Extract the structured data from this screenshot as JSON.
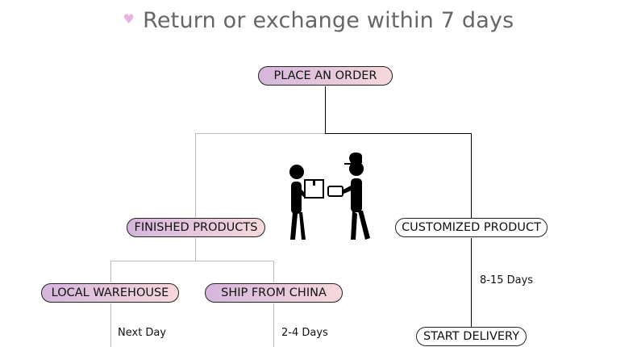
{
  "title": {
    "icon": "heart-icon",
    "text": "Return or exchange within 7 days"
  },
  "nodes": {
    "place_order": "PLACE AN ORDER",
    "finished_products": "FINISHED PRODUCTS",
    "customized_product": "CUSTOMIZED PRODUCT",
    "local_warehouse": "LOCAL WAREHOUSE",
    "ship_from_china": "SHIP FROM CHINA",
    "start_delivery": "START DELIVERY"
  },
  "labels": {
    "next_day": "Next Day",
    "china_days": "2-4 Days",
    "custom_days": "8-15 Days"
  },
  "colors": {
    "pill_start": "#d5b6dc",
    "pill_end": "#f6d8dc"
  }
}
